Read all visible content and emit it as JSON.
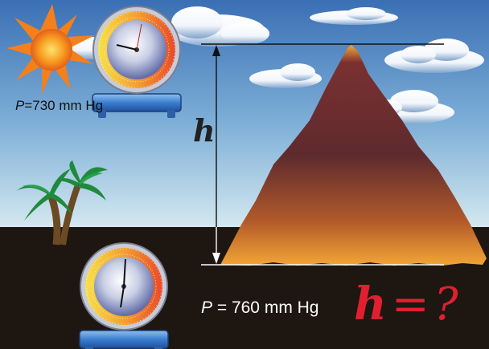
{
  "scene": {
    "top_pressure": {
      "symbol": "P",
      "value_text": "=730 mm Hg"
    },
    "bottom_pressure": {
      "symbol": "P",
      "value_text": " = 760 mm Hg"
    },
    "height_symbol": "h",
    "question": {
      "symbol": "h",
      "equals": "=",
      "mark": "?"
    }
  },
  "colors": {
    "sky_top": "#3a6fb4",
    "sky_bottom": "#cfe4ef",
    "ground": "#1e1611",
    "mountain_top": "#6b2a2e",
    "mountain_bottom": "#f0a030",
    "sun": "#f07d1a",
    "question_red": "#e02030"
  },
  "icons": [
    "sun-icon",
    "barometer-icon",
    "palm-tree-icon",
    "cloud-icon",
    "mountain-icon",
    "height-arrow-icon"
  ]
}
